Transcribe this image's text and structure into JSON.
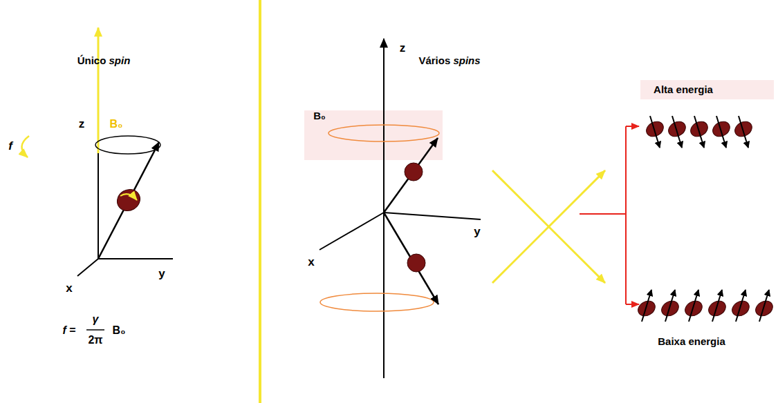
{
  "diagram": {
    "labels": [
      "Único spin",
      "z",
      "B₀",
      "f",
      "x",
      "y",
      "f =",
      "γ",
      "2π",
      "B₀",
      "Vários spins",
      "B₀",
      "z",
      "y",
      "x",
      "Alta energia",
      "Baixa energia"
    ]
  }
}
